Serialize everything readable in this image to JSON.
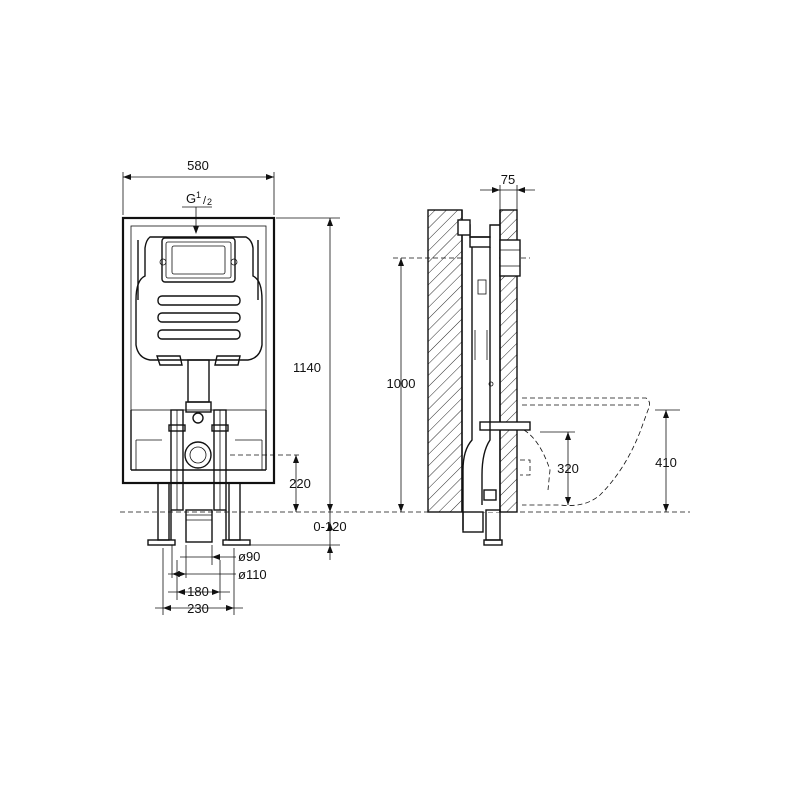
{
  "front_view": {
    "width_label": "580",
    "connection_label_main": "G",
    "connection_label_sup": "1",
    "connection_label_sub": "2",
    "height_label": "1140",
    "drain_height_label": "220",
    "floor_adjust_label": "0-120",
    "pipe_small_label": "ø90",
    "pipe_large_label": "ø110",
    "feet_inner_label": "180",
    "feet_outer_label": "230"
  },
  "side_view": {
    "depth_label": "75",
    "flush_height_label": "1000",
    "bowl_outlet_label": "320",
    "bowl_height_label": "410"
  }
}
